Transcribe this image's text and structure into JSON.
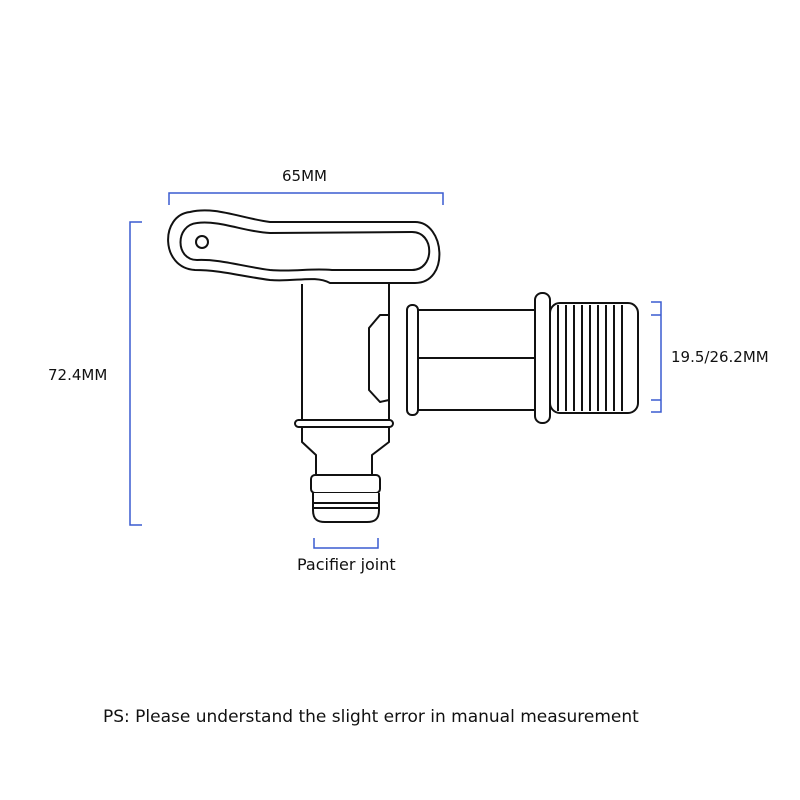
{
  "dimensions": {
    "width": "65MM",
    "height": "72.4MM",
    "thread": "19.5/26.2MM",
    "outlet": "Pacifier joint"
  },
  "note": "PS: Please understand the slight error in manual measurement",
  "colors": {
    "dimension_line": "#3a5bd0",
    "outline": "#111111"
  }
}
